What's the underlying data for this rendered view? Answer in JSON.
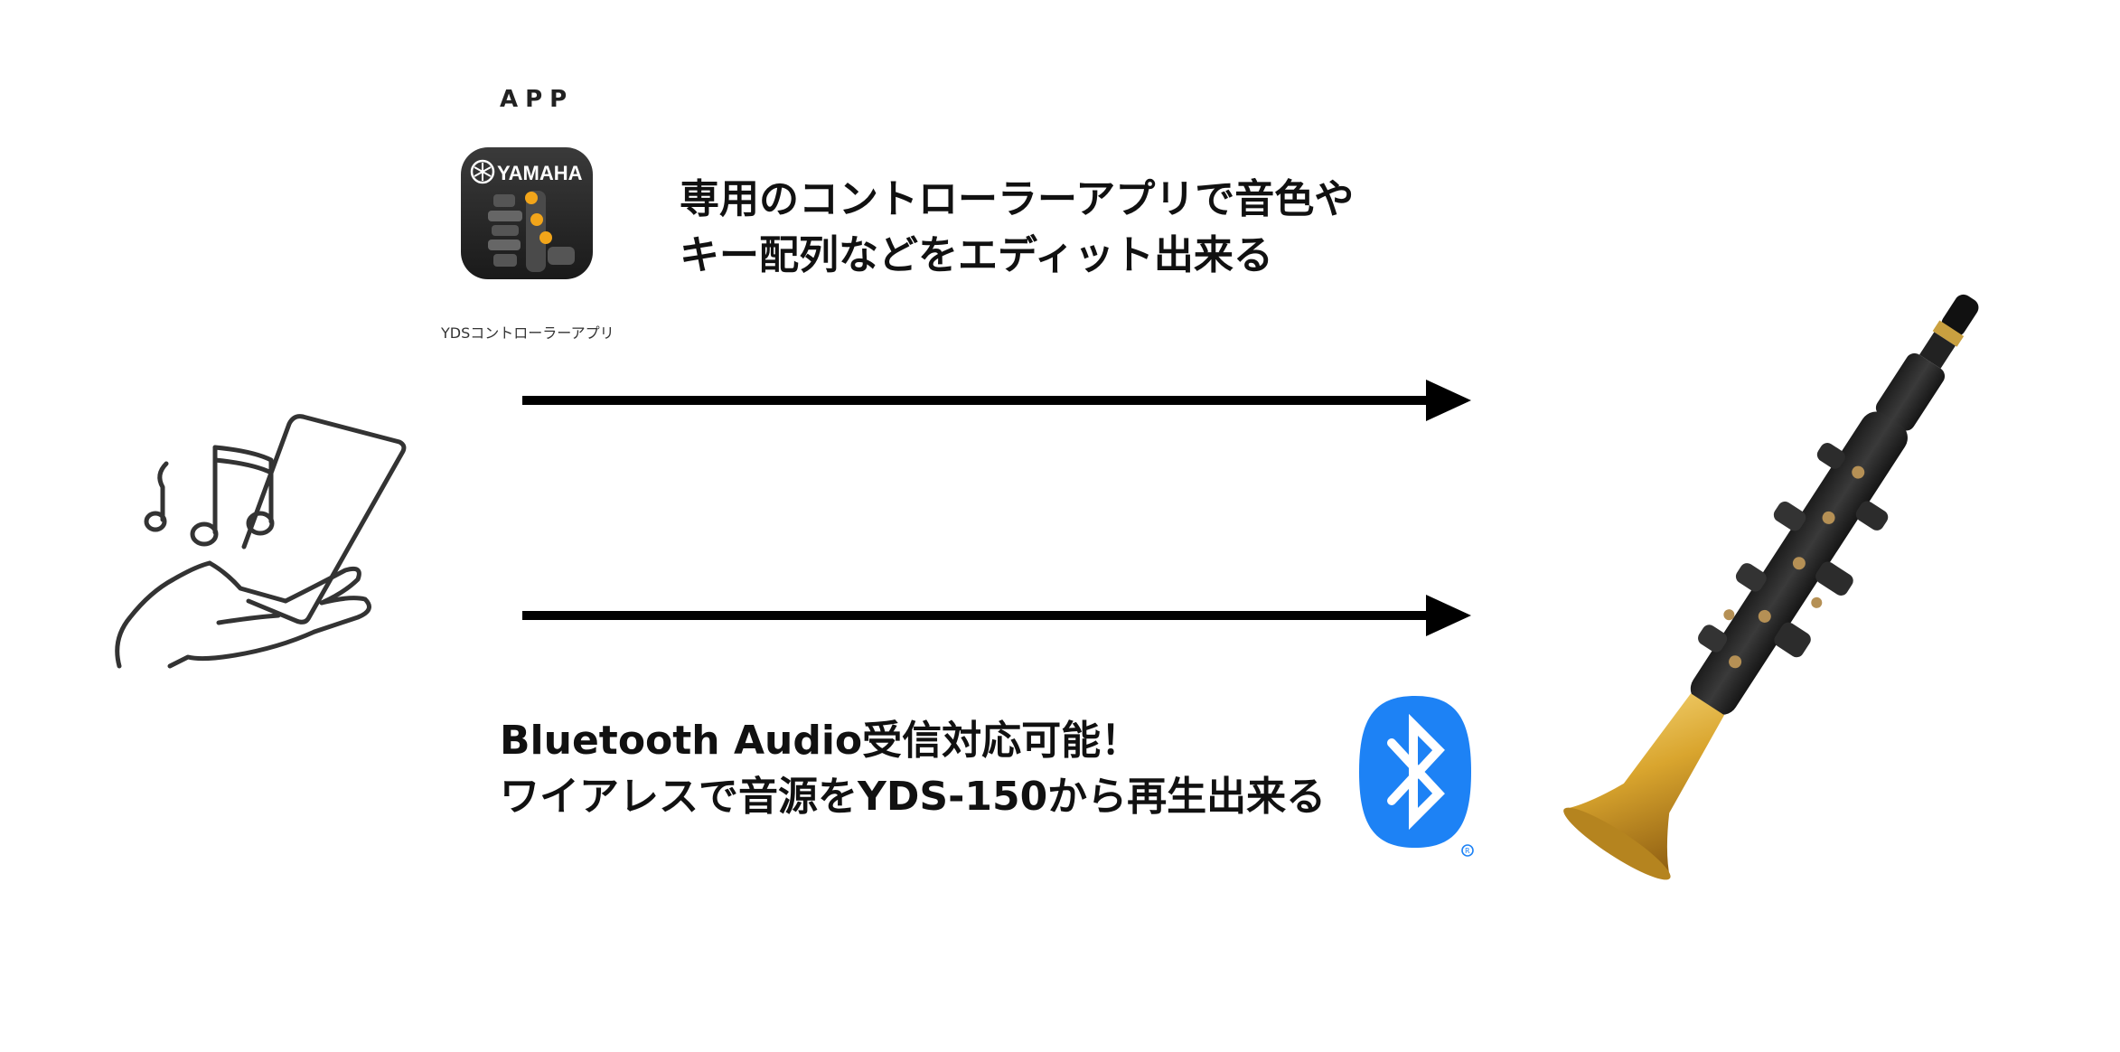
{
  "app": {
    "label": "APP",
    "brand": "YAMAHA",
    "name": "YDSコントローラーアプリ"
  },
  "top_caption": {
    "line1": "専用のコントローラーアプリで音色や",
    "line2": "キー配列などをエディット出来る"
  },
  "bottom_caption": {
    "line1": "Bluetooth Audio受信対応可能！",
    "line2": "ワイアレスで音源をYDS-150から再生出来る"
  },
  "colors": {
    "bluetooth": "#1d82f5",
    "arrow": "#000000",
    "icon_bg": "#2b2b2b",
    "dot": "#f2a51a",
    "brass": "#d9a52e"
  },
  "icons": [
    "hand-phone-music-icon",
    "bluetooth-icon",
    "saxophone-image",
    "yds-app-icon"
  ]
}
